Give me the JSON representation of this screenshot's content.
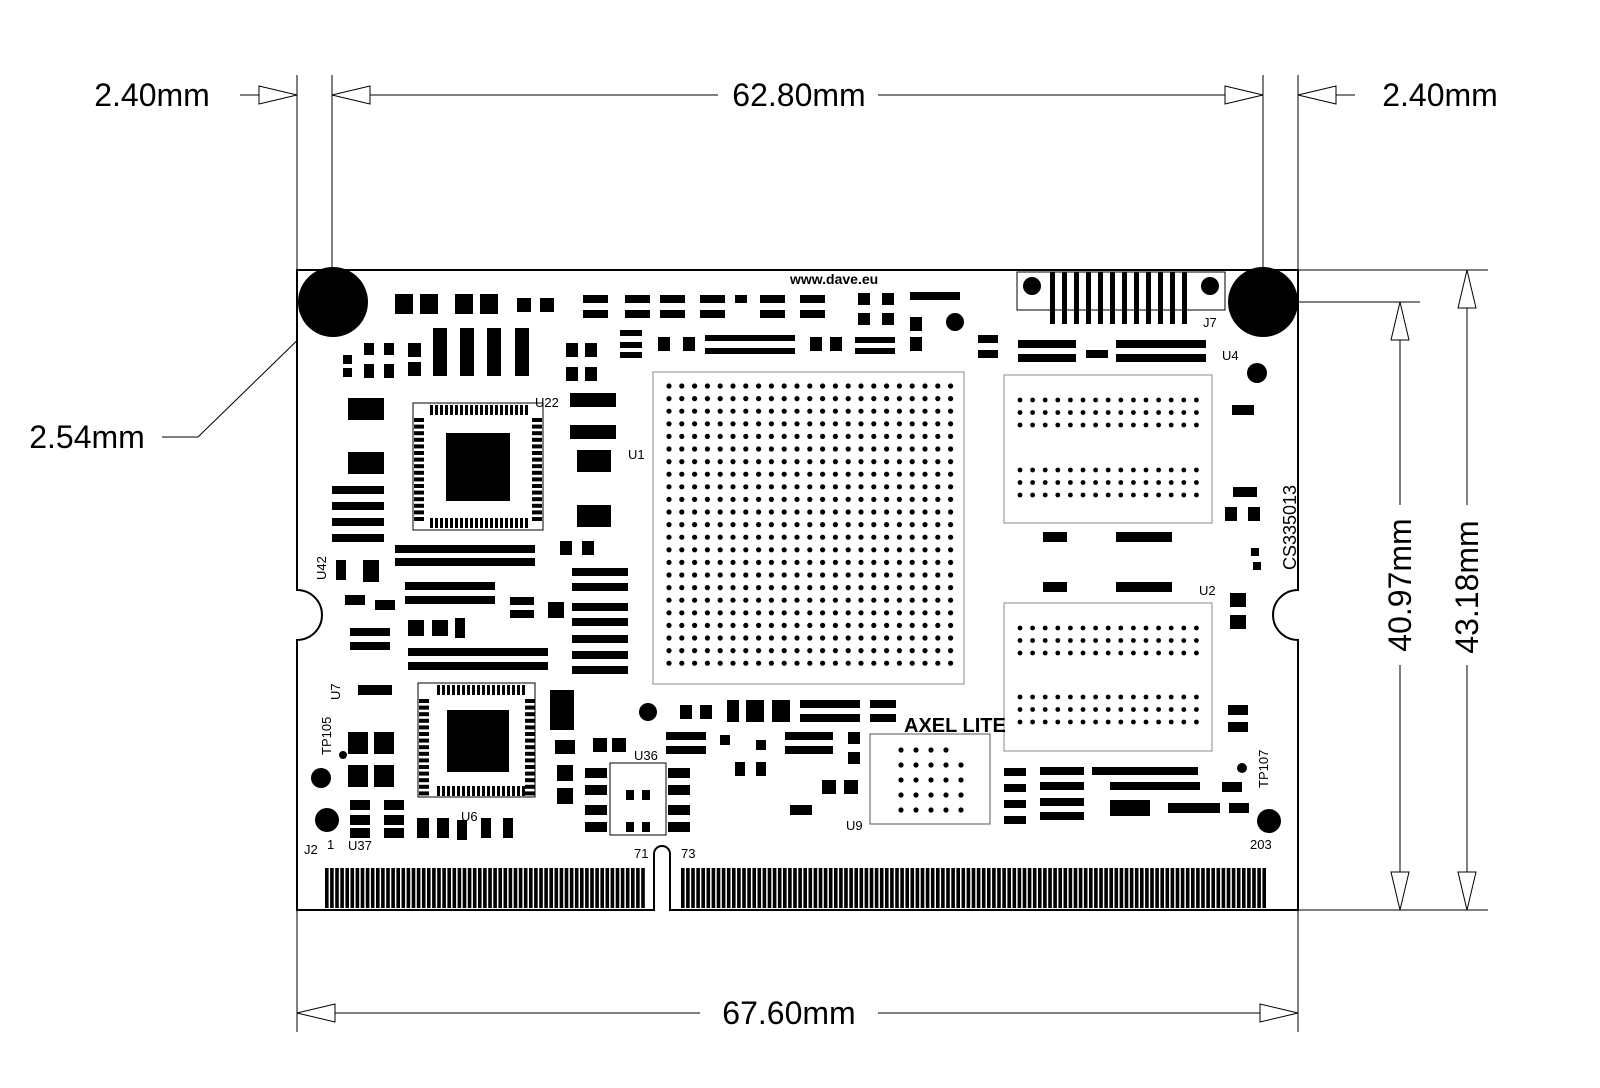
{
  "dimensions": {
    "top_left_margin": "2.40mm",
    "top_hole_spacing": "62.80mm",
    "top_right_margin": "2.40mm",
    "hole_diameter": "2.54mm",
    "hole_to_edge_height": "40.97mm",
    "board_height": "43.18mm",
    "board_width": "67.60mm"
  },
  "silkscreen": {
    "website": "www.dave.eu",
    "j7": "J7",
    "u4": "U4",
    "u22": "U22",
    "u1": "U1",
    "serial": "CS335013",
    "u42": "U42",
    "u2": "U2",
    "u7": "U7",
    "product": "AXEL LITE",
    "tp105": "TP105",
    "u36": "U36",
    "u9": "U9",
    "tp107": "TP107",
    "u6": "U6",
    "j2": "J2",
    "pin1": "1",
    "u37": "U37",
    "pin71": "71",
    "pin73": "73",
    "pin203": "203"
  }
}
